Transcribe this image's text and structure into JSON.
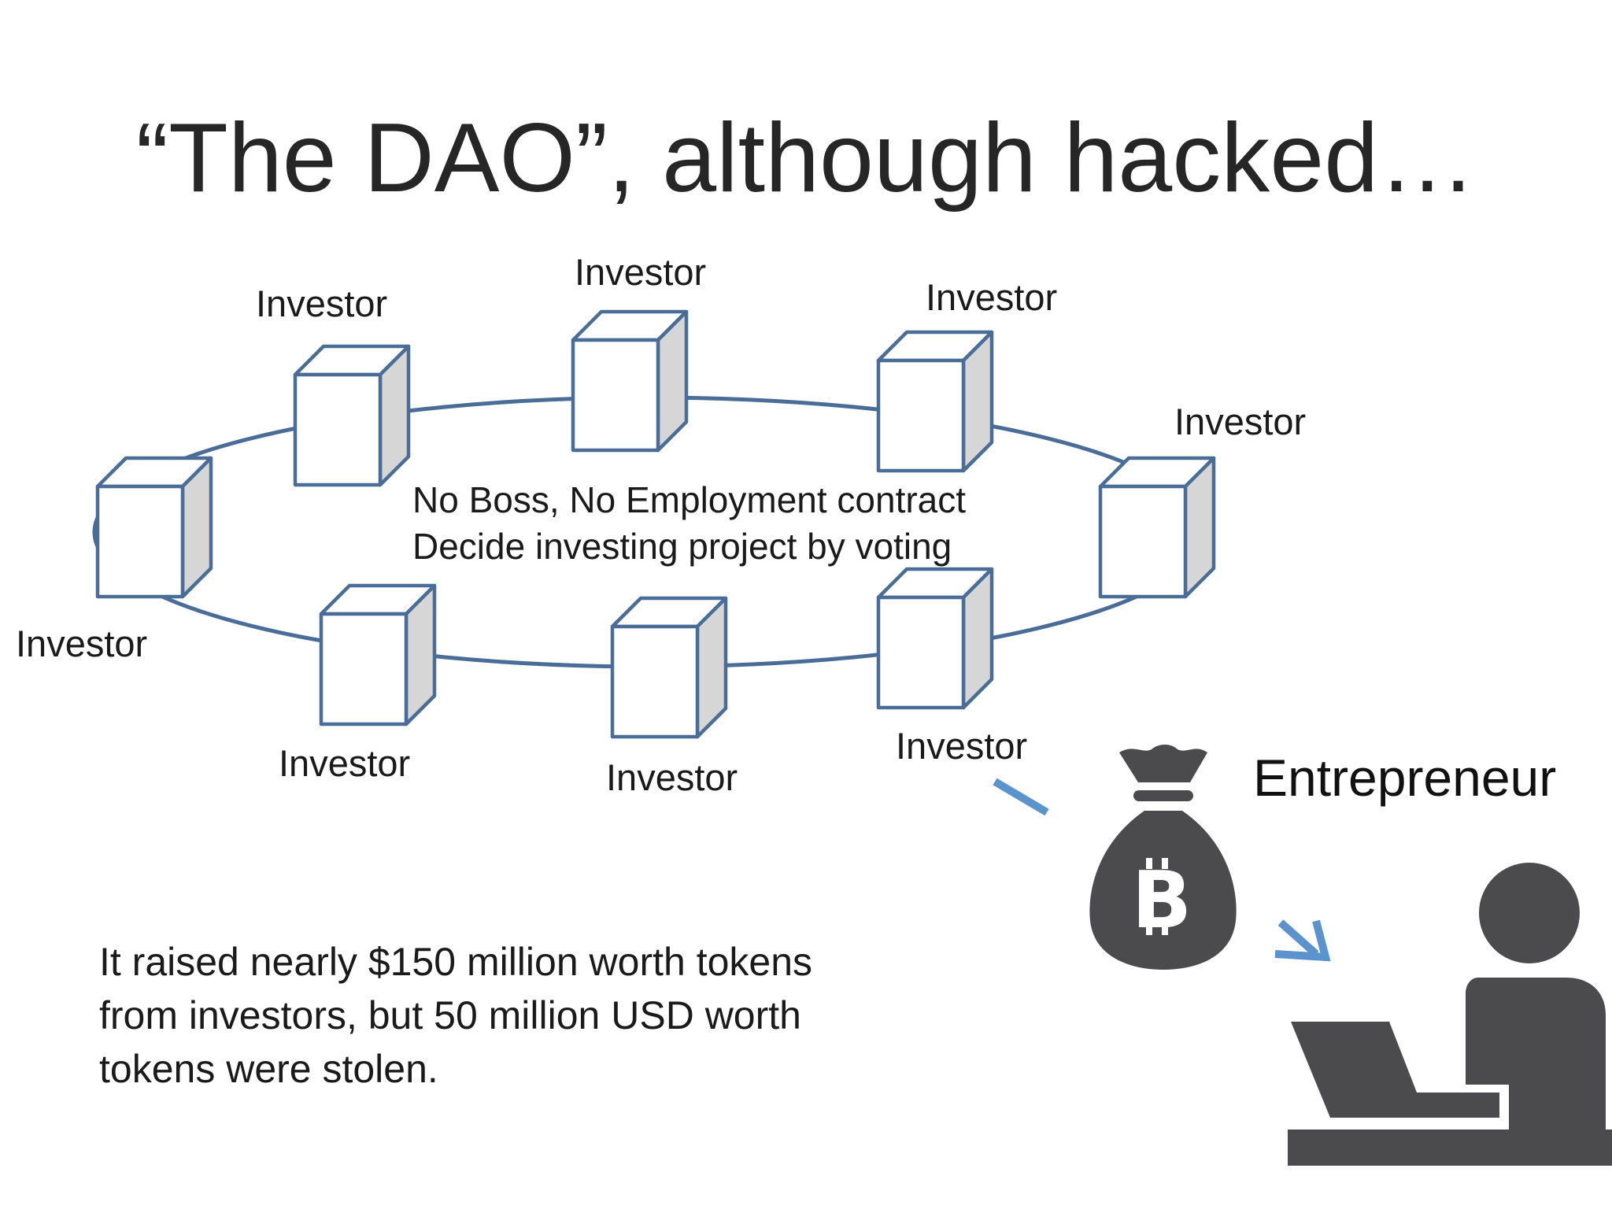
{
  "title": "“The DAO”, although hacked…",
  "network": {
    "nodes": [
      {
        "label": "Investor"
      },
      {
        "label": "Investor"
      },
      {
        "label": "Investor"
      },
      {
        "label": "Investor"
      },
      {
        "label": "Investor"
      },
      {
        "label": "Investor"
      },
      {
        "label": "Investor"
      },
      {
        "label": "Investor"
      }
    ],
    "center_lines": [
      "No Boss, No Employment contract",
      "Decide investing project by voting"
    ]
  },
  "entrepreneur": {
    "label": "Entrepreneur",
    "bag_symbol": "B"
  },
  "note_lines": [
    "It raised nearly $150 million worth tokens",
    "from investors, but 50 million USD worth",
    "tokens were stolen."
  ],
  "icons": [
    "investor-cube-icon",
    "money-bag-icon",
    "bitcoin-icon",
    "person-at-laptop-icon",
    "arrow-icon"
  ],
  "colors": {
    "node_stroke": "#4a6d98",
    "node_side": "#d6d6d6",
    "arrow": "#5b93cc",
    "icon_dark": "#4b4b4d",
    "text": "#1a1a1a"
  }
}
